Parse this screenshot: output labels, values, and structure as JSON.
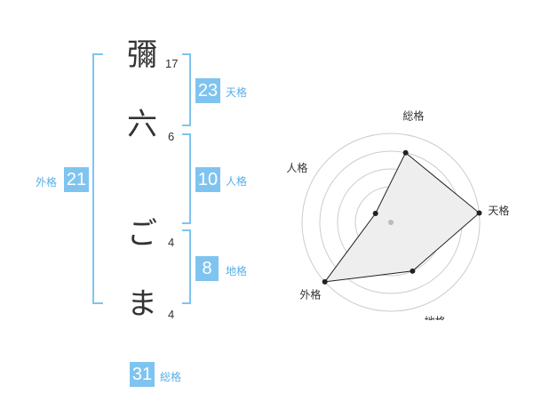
{
  "characters": [
    {
      "char": "彌",
      "strokes": "17"
    },
    {
      "char": "六",
      "strokes": "6"
    },
    {
      "char": "ご",
      "strokes": "4"
    },
    {
      "char": "ま",
      "strokes": "4"
    }
  ],
  "scores": {
    "tenkaku": {
      "label": "天格",
      "value": "23"
    },
    "jinkaku": {
      "label": "人格",
      "value": "10"
    },
    "chikaku": {
      "label": "地格",
      "value": "8"
    },
    "gaikaku": {
      "label": "外格",
      "value": "21"
    },
    "soukaku": {
      "label": "総格",
      "value": "31"
    }
  },
  "chart_data": {
    "type": "radar",
    "axes": [
      "総格",
      "天格",
      "地格",
      "外格",
      "人格"
    ],
    "values": [
      4,
      5,
      3,
      5,
      1
    ],
    "max": 5,
    "rings": 5,
    "fill": "#eeeeee",
    "line_color": "#222222",
    "grid_color": "#cccccc"
  },
  "colors": {
    "accent": "#7fc4f0",
    "accent_text": "#5aaee6"
  }
}
